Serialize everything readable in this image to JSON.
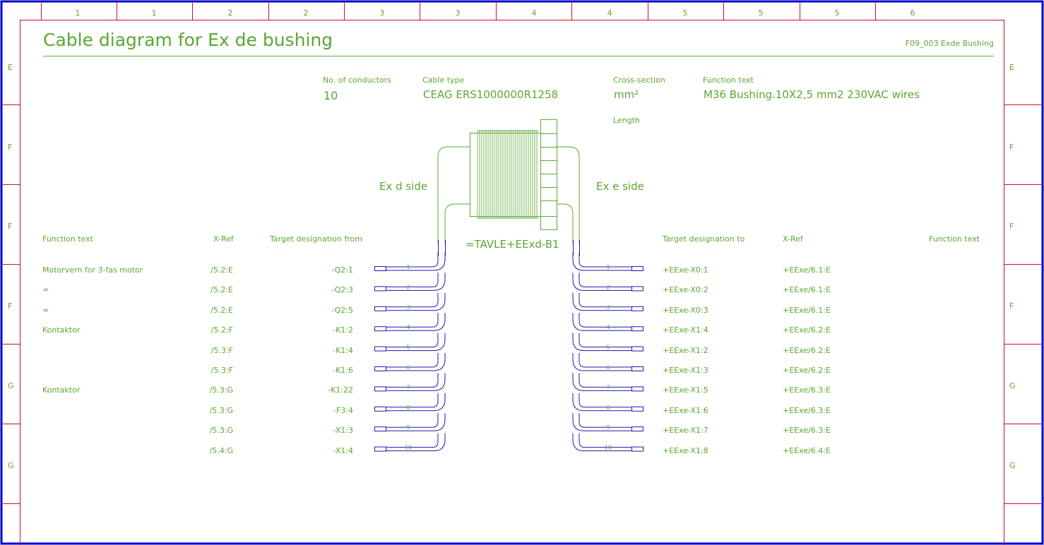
{
  "frame": {
    "columns": [
      {
        "label": "1"
      },
      {
        "label": "1"
      },
      {
        "label": "2"
      },
      {
        "label": "2"
      },
      {
        "label": "3"
      },
      {
        "label": "3"
      },
      {
        "label": "4"
      },
      {
        "label": "4"
      },
      {
        "label": "5"
      },
      {
        "label": "5"
      },
      {
        "label": "5"
      },
      {
        "label": "6"
      }
    ],
    "rows_left": [
      {
        "label": "E"
      },
      {
        "label": "F"
      },
      {
        "label": "F"
      },
      {
        "label": "F"
      },
      {
        "label": "G"
      },
      {
        "label": "G"
      }
    ],
    "rows_right": [
      {
        "label": "E"
      },
      {
        "label": "F"
      },
      {
        "label": "F"
      },
      {
        "label": "F"
      },
      {
        "label": "G"
      },
      {
        "label": "G"
      }
    ]
  },
  "header": {
    "title": "Cable diagram for Ex de bushing",
    "page_ref": "F09_003 Exde Bushing"
  },
  "cable": {
    "conductors_label": "No. of conductors",
    "conductors_value": "10",
    "type_label": "Cable type",
    "type_value": "CEAG ERS1000000R1258",
    "cross_section_label": "Cross-section",
    "cross_section_value": "mm²",
    "length_label": "Length",
    "function_label": "Function text",
    "function_value": "M36 Bushing.10X2,5 mm2 230VAC wires"
  },
  "bushing": {
    "left_side": "Ex d side",
    "right_side": "Ex e side",
    "designation": "=TAVLE+EExd-B1"
  },
  "table": {
    "left_headers": {
      "function": "Function text",
      "xref": "X-Ref",
      "target": "Target designation from"
    },
    "right_headers": {
      "target": "Target designation to",
      "xref": "X-Ref",
      "function": "Function text"
    }
  },
  "wires": [
    {
      "num": "1",
      "left_func": "Motorvern for 3-fas motor",
      "left_xref": "/5.2:E",
      "from": "-Q2:1",
      "to": "+EExe-X0:1",
      "right_xref": "+EExe/6.1:E",
      "right_func": ""
    },
    {
      "num": "2",
      "left_func": "=",
      "left_xref": "/5.2:E",
      "from": "-Q2:3",
      "to": "+EExe-X0:2",
      "right_xref": "+EExe/6.1:E",
      "right_func": ""
    },
    {
      "num": "3",
      "left_func": "=",
      "left_xref": "/5.2:E",
      "from": "-Q2:5",
      "to": "+EExe-X0:3",
      "right_xref": "+EExe/6.1:E",
      "right_func": ""
    },
    {
      "num": "4",
      "left_func": "Kontaktor",
      "left_xref": "/5.2:F",
      "from": "-K1:2",
      "to": "+EExe-X1:4",
      "right_xref": "+EExe/6.2:E",
      "right_func": ""
    },
    {
      "num": "5",
      "left_func": "",
      "left_xref": "/5.3:F",
      "from": "-K1:4",
      "to": "+EExe-X1:2",
      "right_xref": "+EExe/6.2:E",
      "right_func": ""
    },
    {
      "num": "6",
      "left_func": "",
      "left_xref": "/5.3:F",
      "from": "-K1:6",
      "to": "+EExe-X1:3",
      "right_xref": "+EExe/6.2:E",
      "right_func": ""
    },
    {
      "num": "7",
      "left_func": "Kontaktor",
      "left_xref": "/5.3:G",
      "from": "-K1:22",
      "to": "+EExe-X1:5",
      "right_xref": "+EExe/6.3:E",
      "right_func": ""
    },
    {
      "num": "8",
      "left_func": "",
      "left_xref": "/5.3:G",
      "from": "-F3:4",
      "to": "+EExe-X1:6",
      "right_xref": "+EExe/6.3:E",
      "right_func": ""
    },
    {
      "num": "9",
      "left_func": "",
      "left_xref": "/5.3:G",
      "from": "-X1:3",
      "to": "+EExe-X1:7",
      "right_xref": "+EExe/6.3:E",
      "right_func": ""
    },
    {
      "num": "10",
      "left_func": "",
      "left_xref": "/5.4:G",
      "from": "-X1:4",
      "to": "+EExe-X1:8",
      "right_xref": "+EExe/6.4:E",
      "right_func": ""
    }
  ],
  "colors": {
    "border_blue": "#0000cc",
    "frame_red": "#cc1020",
    "text_green": "#5aa832",
    "wire_blue": "#1a1aaa"
  }
}
